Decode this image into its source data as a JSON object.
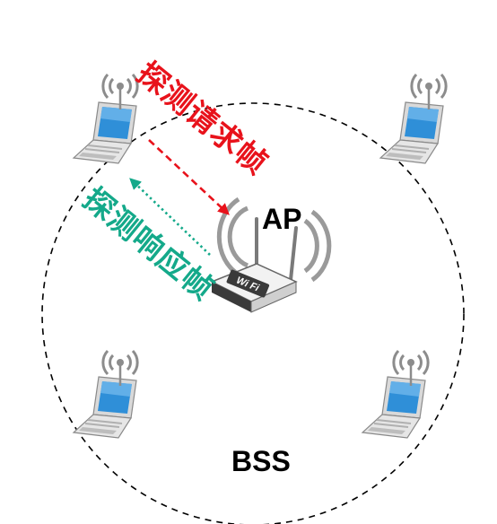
{
  "labels": {
    "ap": "AP",
    "bss": "BSS",
    "probe_request": "探测请求帧",
    "probe_response": "探测响应帧"
  },
  "router_badge": "Wi Fi",
  "colors": {
    "probe_request": "#e8121b",
    "probe_response": "#14a98a",
    "screen": "#2f8fd8",
    "signal": "#8c8c8c",
    "boundary": "#000000"
  },
  "icons": {
    "station": "laptop-icon",
    "access_point": "wifi-router-icon",
    "signal": "wireless-signal-icon"
  }
}
